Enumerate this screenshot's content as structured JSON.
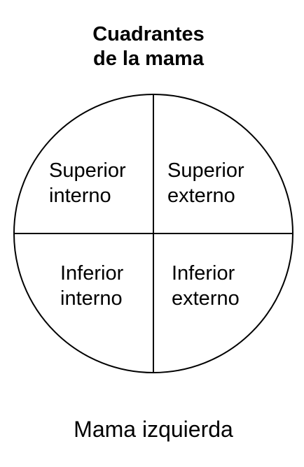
{
  "title": {
    "line1": "Cuadrantes",
    "line2": "de la mama"
  },
  "quadrants": {
    "upper_inner": {
      "line1": "Superior",
      "line2": "interno"
    },
    "upper_outer": {
      "line1": "Superior",
      "line2": "externo"
    },
    "lower_inner": {
      "line1": "Inferior",
      "line2": "interno"
    },
    "lower_outer": {
      "line1": "Inferior",
      "line2": "externo"
    }
  },
  "caption": "Mama izquierda",
  "colors": {
    "stroke": "#000000",
    "background": "#ffffff"
  }
}
